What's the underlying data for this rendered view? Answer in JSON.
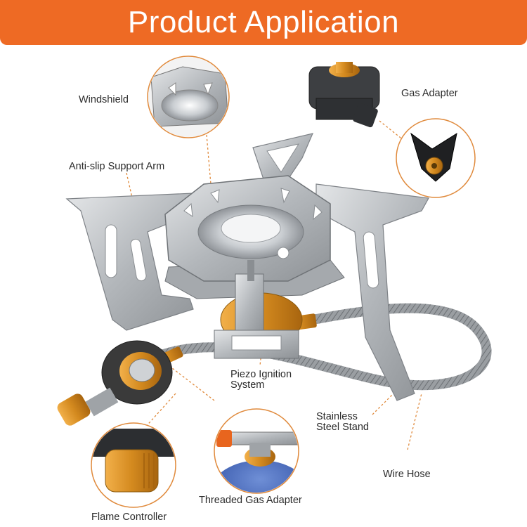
{
  "header": {
    "title": "Product Application"
  },
  "colors": {
    "accent": "#ee6a24",
    "steel": "#b8bcc0",
    "brass": "#d9932a"
  },
  "labels": {
    "windshield": "Windshield",
    "gas_adapter": "Gas Adapter",
    "support_arm": "Anti-slip Support Arm",
    "piezo_line1": "Piezo Ignition",
    "piezo_line2": "System",
    "stand_line1": "Stainless",
    "stand_line2": "Steel Stand",
    "wire_hose": "Wire Hose",
    "threaded_adapter": "Threaded Gas Adapter",
    "flame_controller": "Flame Controller"
  },
  "icons": [
    "windshield-detail-icon",
    "gas-adapter-icon",
    "adapter-valve-icon",
    "threaded-adapter-icon",
    "flame-controller-icon",
    "stove-icon"
  ]
}
